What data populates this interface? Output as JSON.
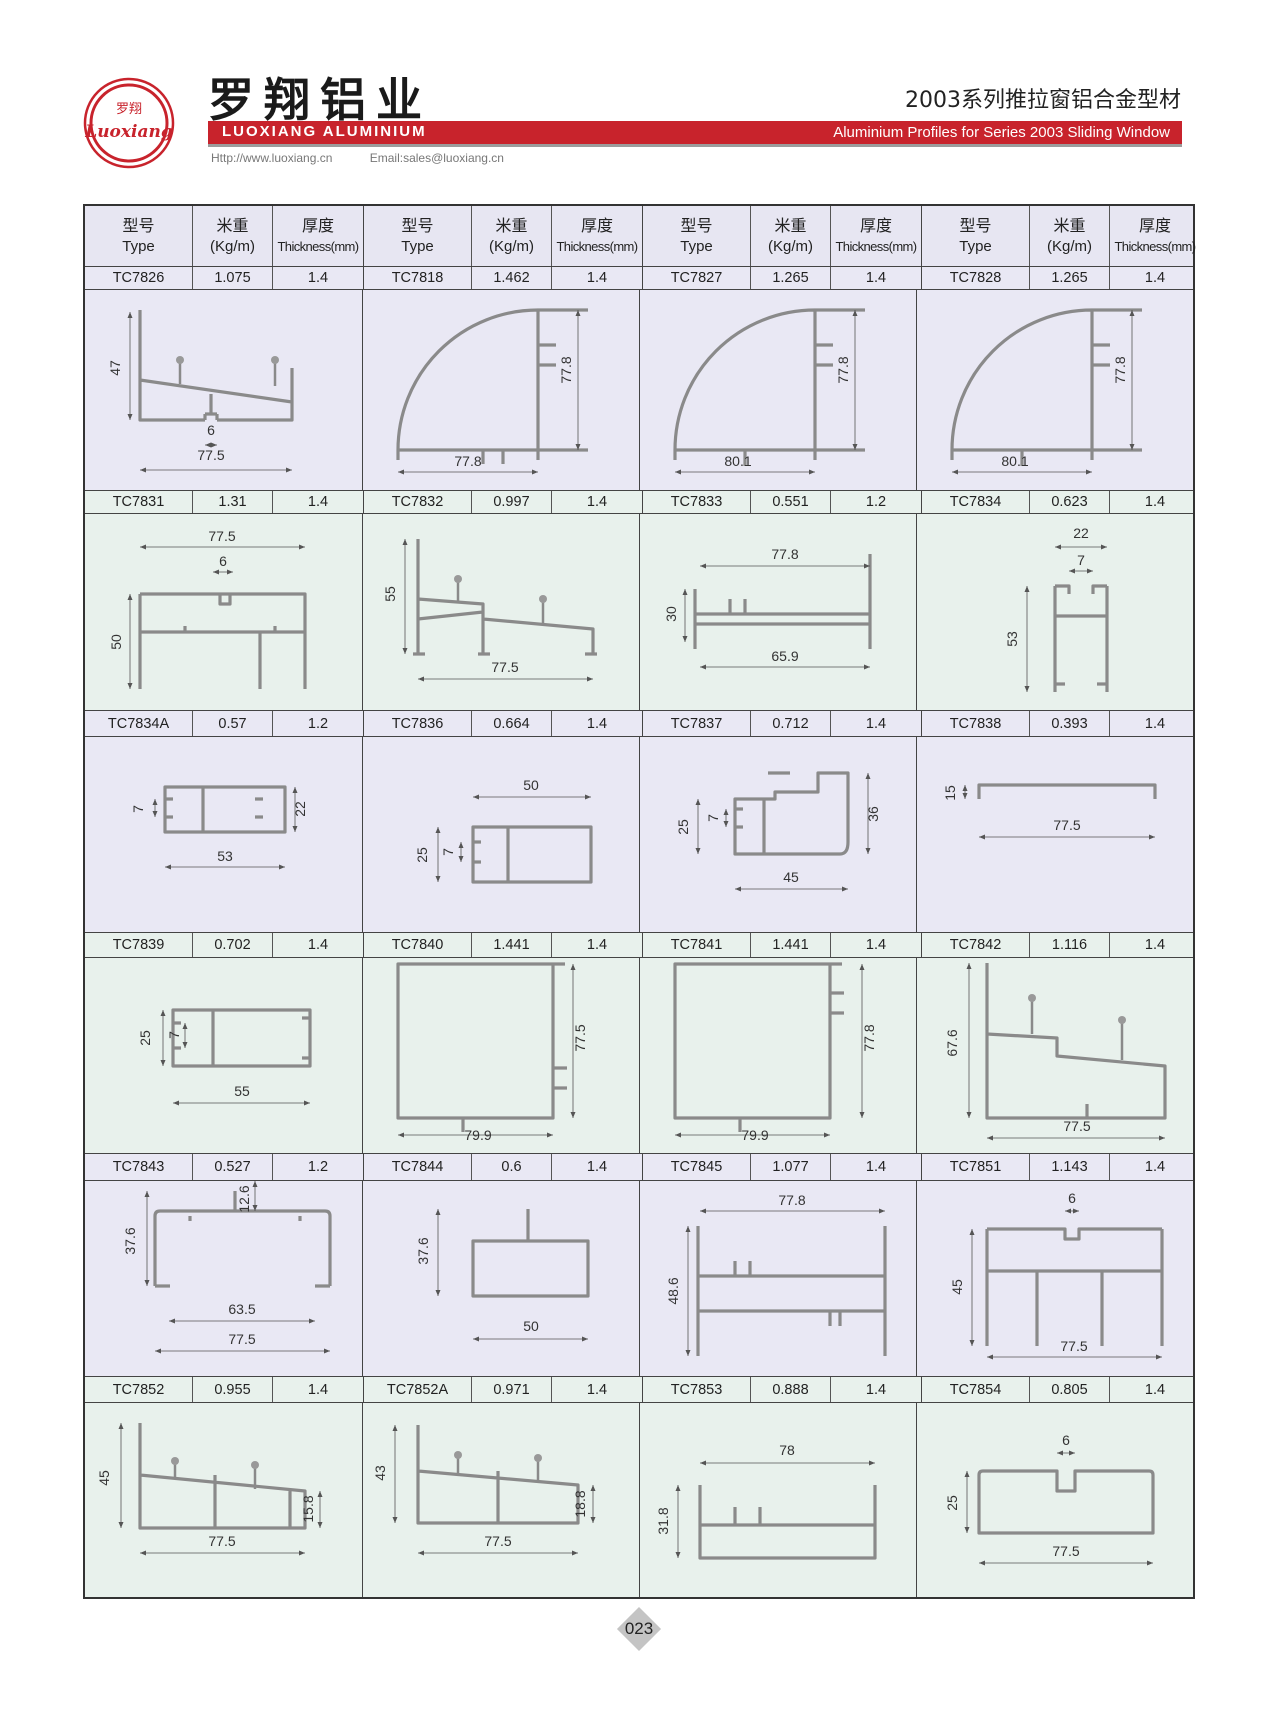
{
  "header": {
    "logo_text_cn": "罗翔",
    "logo_text_en": "Luoxiang",
    "brand_cn": "罗翔铝业",
    "brand_en": "LUOXIANG ALUMINIUM",
    "website": "Http://www.luoxiang.cn",
    "email": "Email:sales@luoxiang.cn",
    "title_cn": "2003系列推拉窗铝合金型材",
    "title_en": "Aluminium Profiles for Series 2003 Sliding Window",
    "brand_color": "#c8232c"
  },
  "table": {
    "columns": [
      {
        "cn": "型号",
        "en": "Type"
      },
      {
        "cn": "米重",
        "en": "(Kg/m)"
      },
      {
        "cn": "厚度",
        "en": "Thickness(mm)"
      }
    ],
    "rows": [
      [
        {
          "type": "TC7826",
          "weight": "1.075",
          "thickness": "1.4",
          "dims": [
            "47",
            "6",
            "77.5"
          ]
        },
        {
          "type": "TC7818",
          "weight": "1.462",
          "thickness": "1.4",
          "dims": [
            "77.8",
            "77.8"
          ]
        },
        {
          "type": "TC7827",
          "weight": "1.265",
          "thickness": "1.4",
          "dims": [
            "77.8",
            "80.1"
          ]
        },
        {
          "type": "TC7828",
          "weight": "1.265",
          "thickness": "1.4",
          "dims": [
            "77.8",
            "80.1"
          ]
        }
      ],
      [
        {
          "type": "TC7831",
          "weight": "1.31",
          "thickness": "1.4",
          "dims": [
            "77.5",
            "6",
            "50"
          ]
        },
        {
          "type": "TC7832",
          "weight": "0.997",
          "thickness": "1.4",
          "dims": [
            "55",
            "77.5"
          ]
        },
        {
          "type": "TC7833",
          "weight": "0.551",
          "thickness": "1.2",
          "dims": [
            "77.8",
            "30",
            "65.9"
          ]
        },
        {
          "type": "TC7834",
          "weight": "0.623",
          "thickness": "1.4",
          "dims": [
            "22",
            "7",
            "53"
          ]
        }
      ],
      [
        {
          "type": "TC7834A",
          "weight": "0.57",
          "thickness": "1.2",
          "dims": [
            "7",
            "22",
            "53"
          ]
        },
        {
          "type": "TC7836",
          "weight": "0.664",
          "thickness": "1.4",
          "dims": [
            "50",
            "25",
            "7"
          ]
        },
        {
          "type": "TC7837",
          "weight": "0.712",
          "thickness": "1.4",
          "dims": [
            "25",
            "7",
            "36",
            "45"
          ]
        },
        {
          "type": "TC7838",
          "weight": "0.393",
          "thickness": "1.4",
          "dims": [
            "15",
            "77.5"
          ]
        }
      ],
      [
        {
          "type": "TC7839",
          "weight": "0.702",
          "thickness": "1.4",
          "dims": [
            "25",
            "7",
            "55"
          ]
        },
        {
          "type": "TC7840",
          "weight": "1.441",
          "thickness": "1.4",
          "dims": [
            "77.5",
            "79.9"
          ]
        },
        {
          "type": "TC7841",
          "weight": "1.441",
          "thickness": "1.4",
          "dims": [
            "77.8",
            "79.9"
          ]
        },
        {
          "type": "TC7842",
          "weight": "1.116",
          "thickness": "1.4",
          "dims": [
            "67.6",
            "77.5"
          ]
        }
      ],
      [
        {
          "type": "TC7843",
          "weight": "0.527",
          "thickness": "1.2",
          "dims": [
            "37.6",
            "12.6",
            "63.5",
            "77.5"
          ]
        },
        {
          "type": "TC7844",
          "weight": "0.6",
          "thickness": "1.4",
          "dims": [
            "37.6",
            "50"
          ]
        },
        {
          "type": "TC7845",
          "weight": "1.077",
          "thickness": "1.4",
          "dims": [
            "77.8",
            "48.6"
          ]
        },
        {
          "type": "TC7851",
          "weight": "1.143",
          "thickness": "1.4",
          "dims": [
            "6",
            "45",
            "77.5"
          ]
        }
      ],
      [
        {
          "type": "TC7852",
          "weight": "0.955",
          "thickness": "1.4",
          "dims": [
            "45",
            "15.8",
            "77.5"
          ]
        },
        {
          "type": "TC7852A",
          "weight": "0.971",
          "thickness": "1.4",
          "dims": [
            "43",
            "18.8",
            "77.5"
          ]
        },
        {
          "type": "TC7853",
          "weight": "0.888",
          "thickness": "1.4",
          "dims": [
            "78",
            "31.8"
          ]
        },
        {
          "type": "TC7854",
          "weight": "0.805",
          "thickness": "1.4",
          "dims": [
            "6",
            "25",
            "77.5"
          ]
        }
      ]
    ]
  },
  "footer": {
    "page_number": "023"
  }
}
